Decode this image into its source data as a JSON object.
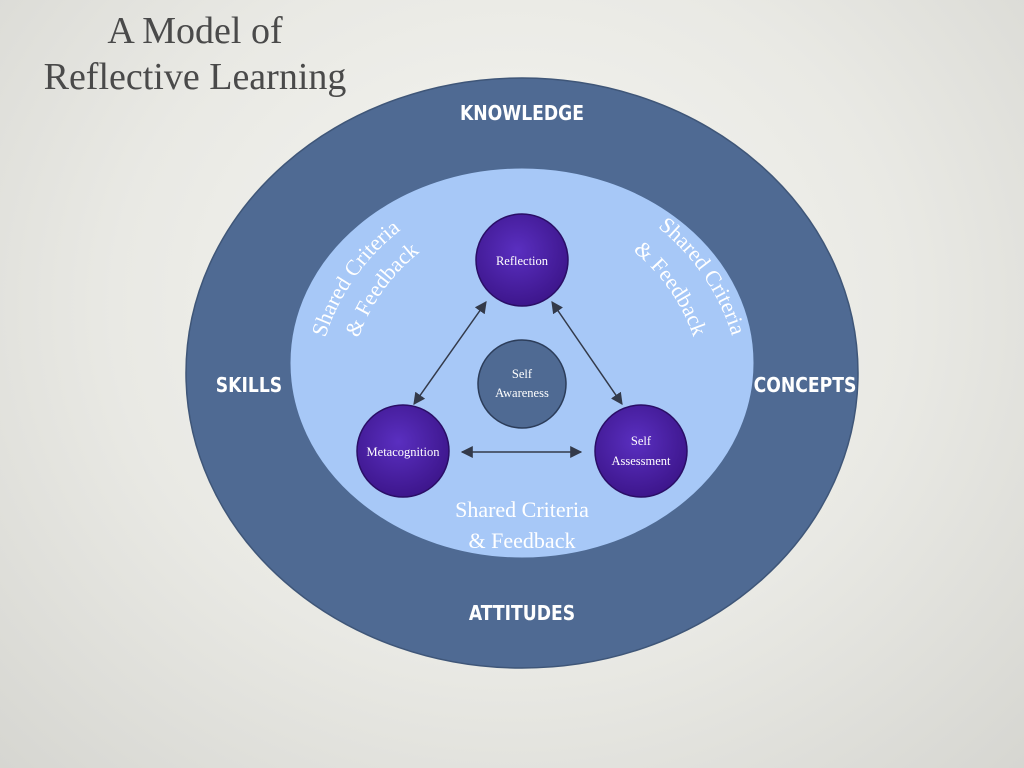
{
  "slide": {
    "title_line1": "A Model of",
    "title_line2": "Reflective Learning"
  },
  "outer_ring": {
    "top": "KNOWLEDGE",
    "left": "SKILLS",
    "right": "CONCEPTS",
    "bottom": "ATTITUDES"
  },
  "inner_area": {
    "left_arc_line1": "Shared Criteria",
    "left_arc_line2": "& Feedback",
    "right_arc_line1": "Shared Criteria",
    "right_arc_line2": "& Feedback",
    "bottom_line1": "Shared Criteria",
    "bottom_line2": "& Feedback"
  },
  "nodes": {
    "reflection": "Reflection",
    "metacognition": "Metacognition",
    "self_assessment_line1": "Self",
    "self_assessment_line2": "Assessment",
    "center_line1": "Self",
    "center_line2": "Awareness"
  },
  "colors": {
    "outer_ring": "#4f6a93",
    "inner_area": "#a7c8f7",
    "node_fill": "#4b1fa3",
    "center_fill": "#4f6a93",
    "arrows": "#333a4a"
  }
}
